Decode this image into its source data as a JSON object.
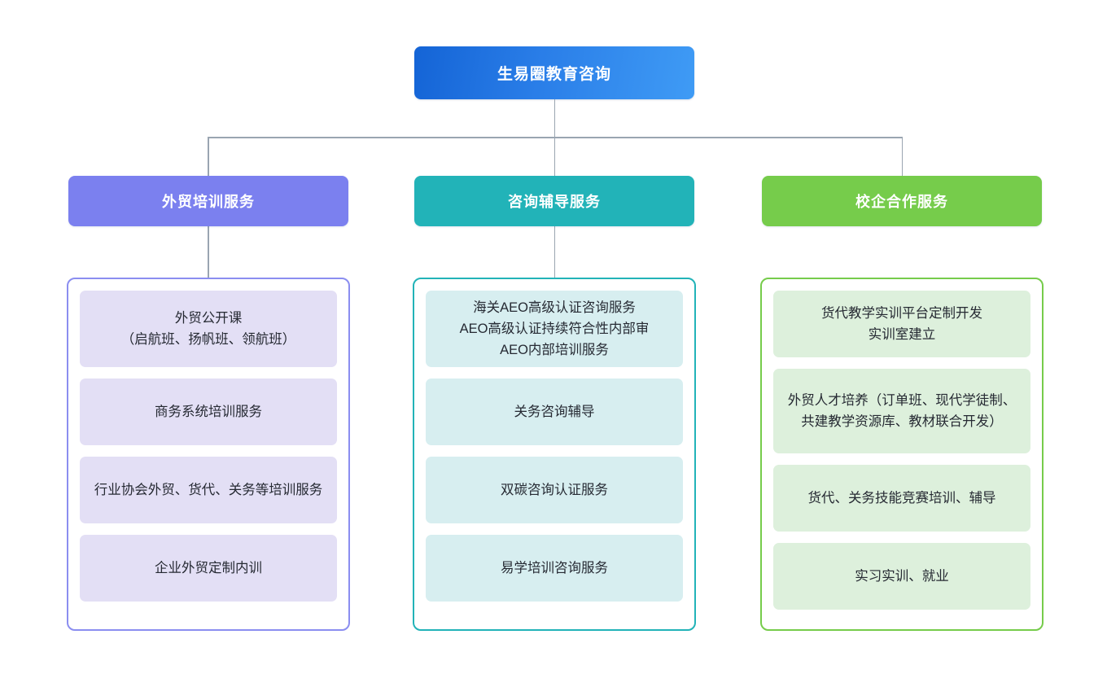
{
  "chart_data": {
    "type": "diagram",
    "diagram_kind": "organizational-tree",
    "title": "生易圈教育咨询",
    "root": {
      "label": "生易圈教育咨询",
      "color": "#2a7ee8"
    },
    "branches": [
      {
        "label": "外贸培训服务",
        "color": "#7b80ef",
        "border_color": "#8b8ef0",
        "item_background": "#e3dff5",
        "items": [
          "外贸公开课\n（启航班、扬帆班、领航班）",
          "商务系统培训服务",
          "行业协会外贸、货代、关务等培训服务",
          "企业外贸定制内训"
        ]
      },
      {
        "label": "咨询辅导服务",
        "color": "#22b3b8",
        "border_color": "#22b3b8",
        "item_background": "#d7eef0",
        "items": [
          "海关AEO高级认证咨询服务\nAEO高级认证持续符合性内部审\nAEO内部培训服务",
          "关务咨询辅导",
          "双碳咨询认证服务",
          "易学培训咨询服务"
        ]
      },
      {
        "label": "校企合作服务",
        "color": "#76cc4b",
        "border_color": "#76cc4b",
        "item_background": "#ddf0dc",
        "items": [
          "货代教学实训平台定制开发\n实训室建立",
          "外贸人才培养（订单班、现代学徒制、共建教学资源库、教材联合开发）",
          "货代、关务技能竞赛培训、辅导",
          "实习实训、就业"
        ]
      }
    ],
    "connector_color": "#9aa5b1",
    "background": "#ffffff"
  }
}
